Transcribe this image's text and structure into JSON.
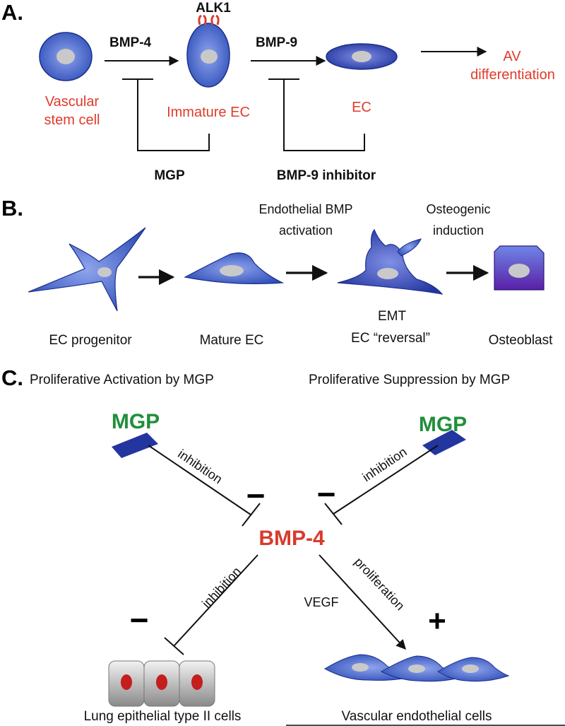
{
  "panel_a": {
    "label": "A.",
    "receptor": "ALK1",
    "arrow1": "BMP-4",
    "arrow2": "BMP-9",
    "cell1": [
      "Vascular",
      "stem cell"
    ],
    "cell2": "Immature EC",
    "cell3": "EC",
    "outcome": [
      "AV",
      "differentiation"
    ],
    "inhibitor1": "MGP",
    "inhibitor2": "BMP-9 inhibitor"
  },
  "panel_b": {
    "label": "B.",
    "step_top1": [
      "Endothelial BMP",
      "activation"
    ],
    "step_top2": [
      "Osteogenic",
      "induction"
    ],
    "cells": [
      "EC progenitor",
      "Mature EC",
      "EMT",
      "EC “reversal”",
      "Osteoblast"
    ]
  },
  "panel_c": {
    "label": "C.",
    "left_title": "Proliferative Activation by MGP",
    "right_title": "Proliferative Suppression by MGP",
    "mgp_left": "MGP",
    "mgp_right": "MGP",
    "center": "BMP-4",
    "edge_upper_left": "inhibition",
    "edge_upper_right": "inhibition",
    "edge_lower_left": "inhibition",
    "edge_lower_right": "proliferation",
    "vegf": "VEGF",
    "minus": "−",
    "plus": "+",
    "target_left": "Lung epithelial type II cells",
    "target_right": "Vascular endothelial cells"
  },
  "colors": {
    "cell_blue": "#3f5fc4",
    "dark_blue": "#1f3a99",
    "label_red": "#e03b2c",
    "mgp_green": "#1f8f3a",
    "bmp_red": "#d83a2c"
  }
}
